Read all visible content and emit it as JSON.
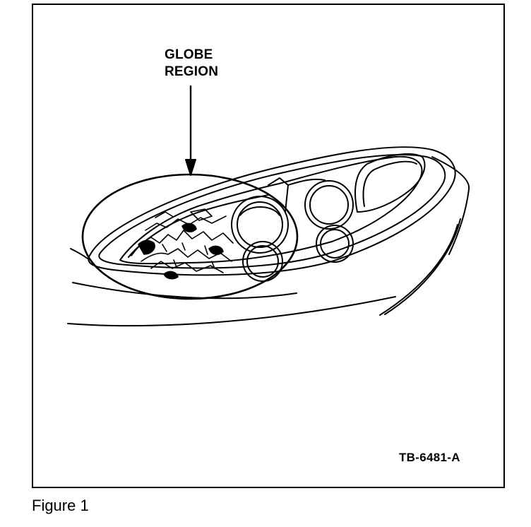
{
  "callout": {
    "line1": "GLOBE",
    "line2": "REGION"
  },
  "reference_code": "TB-6481-A",
  "caption": "Figure 1",
  "colors": {
    "ink": "#000000",
    "paper": "#ffffff"
  }
}
